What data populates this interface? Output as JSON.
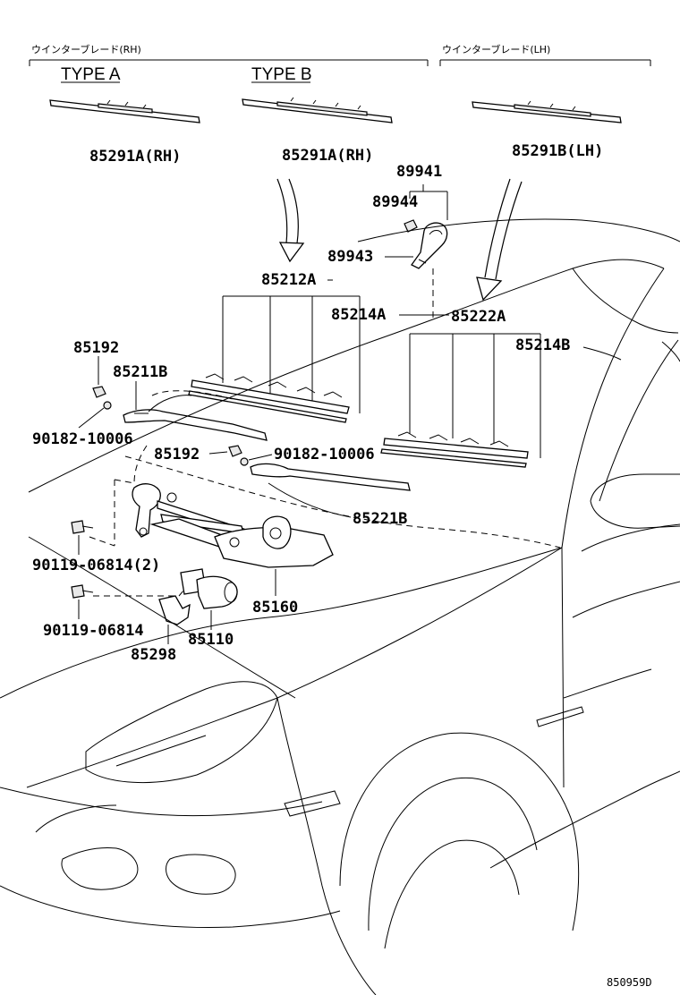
{
  "headers": {
    "rh": "ウインターブレード(RH)",
    "lh": "ウインターブレード(LH)"
  },
  "types": {
    "a": "TYPE A",
    "b": "TYPE B"
  },
  "parts": {
    "p85291a_rh_a": "85291A(RH)",
    "p85291a_rh_b": "85291A(RH)",
    "p85291b_lh": "85291B(LH)",
    "p89941": "89941",
    "p89944": "89944",
    "p89943": "89943",
    "p85212a": "85212A",
    "p85214a": "85214A",
    "p85222a": "85222A",
    "p85214b": "85214B",
    "p85192_top": "85192",
    "p85211b": "85211B",
    "p90182_left": "90182-10006",
    "p85192_mid": "85192",
    "p90182_mid": "90182-10006",
    "p85221b": "85221B",
    "p90119_2": "90119-06814(2)",
    "p90119": "90119-06814",
    "p85160": "85160",
    "p85110": "85110",
    "p85298": "85298"
  },
  "diagram_code": "850959D"
}
